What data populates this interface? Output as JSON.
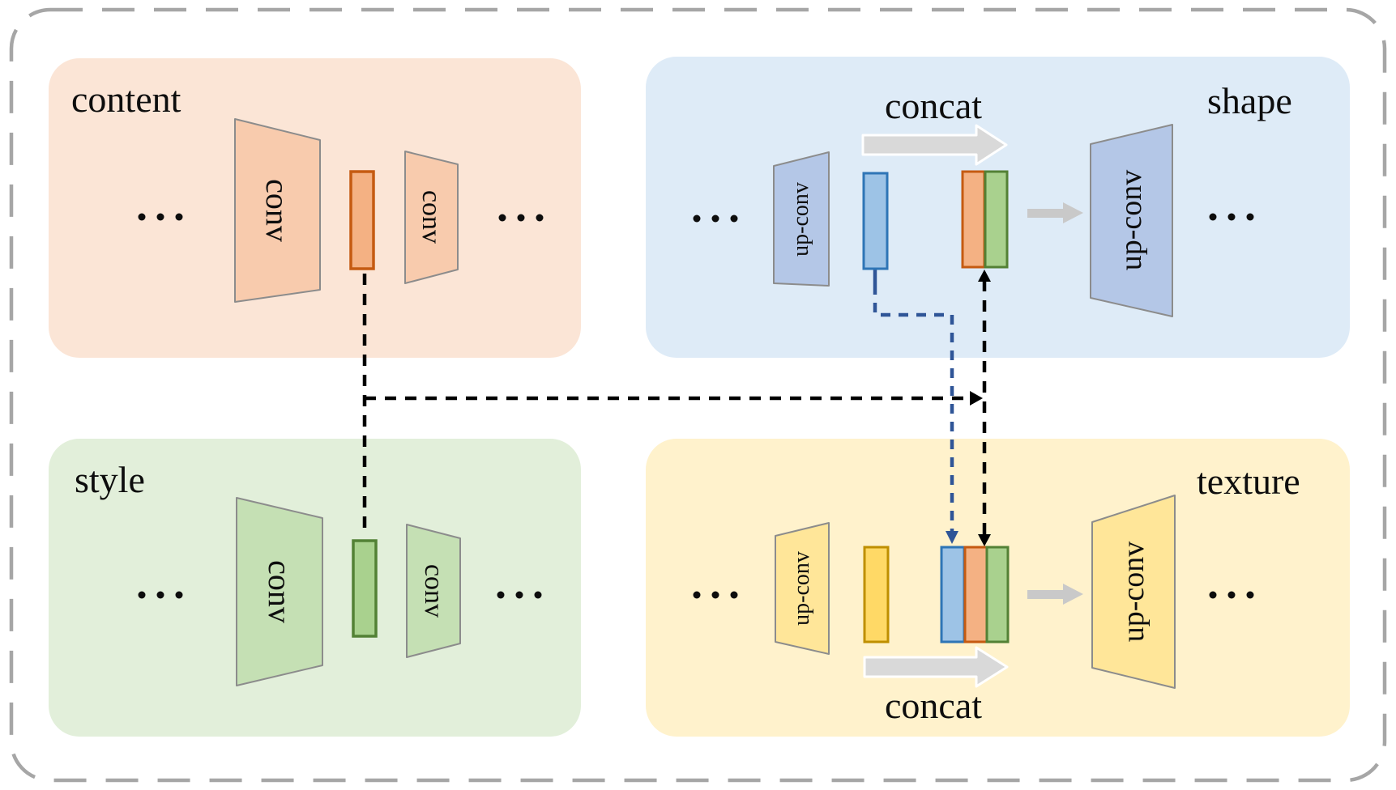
{
  "figure": {
    "type": "architecture-diagram",
    "panels": {
      "content": {
        "label": "content",
        "blocks": [
          "conv",
          "conv"
        ],
        "ellipsis_left": "...",
        "ellipsis_right": "..."
      },
      "shape": {
        "label": "shape",
        "concat_label": "concat",
        "blocks": [
          "up-conv",
          "up-conv"
        ],
        "ellipsis_left": "...",
        "ellipsis_right": "..."
      },
      "style": {
        "label": "style",
        "blocks": [
          "conv",
          "conv"
        ],
        "ellipsis_left": "...",
        "ellipsis_right": "..."
      },
      "texture": {
        "label": "texture",
        "concat_label": "concat",
        "blocks": [
          "up-conv",
          "up-conv"
        ],
        "ellipsis_left": "...",
        "ellipsis_right": "..."
      }
    },
    "colors": {
      "outer_border": "#A6A6A6",
      "content_bg": "#FBE5D6",
      "content_block": "#F8CBAD",
      "content_code_fill": "#F4B183",
      "content_code_border": "#C55A11",
      "shape_bg": "#DEEBF7",
      "shape_block": "#B4C7E7",
      "shape_code_fill": "#9DC3E6",
      "shape_code_border": "#2E75B6",
      "style_bg": "#E2EFDA",
      "style_block": "#C5E0B4",
      "style_code_fill": "#A9D18E",
      "style_code_border": "#538135",
      "texture_bg": "#FFF2CC",
      "texture_block": "#FFE699",
      "texture_code_fill": "#FFD966",
      "texture_code_border": "#BF8F00",
      "trapezoid_border": "#8C8C8C",
      "concat_arrow": "#D9D9D9",
      "flow_arrow": "#C9C9C9",
      "dashed_black": "#000000",
      "dashed_blue": "#2F5597"
    }
  }
}
